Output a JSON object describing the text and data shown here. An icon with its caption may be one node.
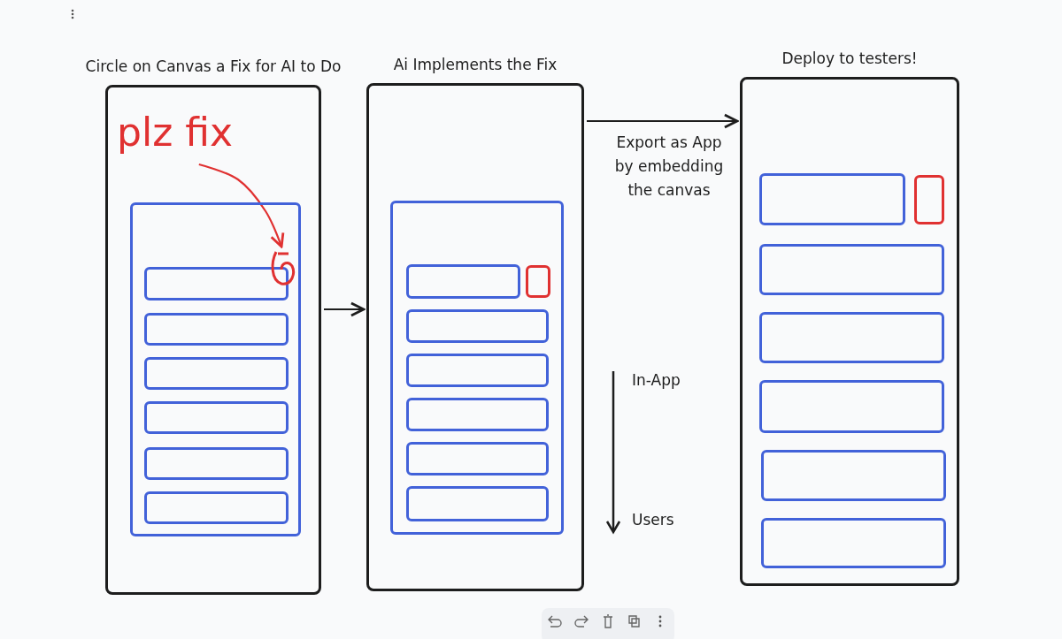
{
  "diagram": {
    "nodes": [
      {
        "text": [
          "Circle on Canvas a Fix for AI to Do"
        ]
      },
      {
        "text": [],
        "shape": "box",
        "in": 0
      },
      {
        "text": [],
        "shape": "box",
        "in": 1
      },
      {
        "text": [],
        "shape": "box",
        "in": 1
      },
      {
        "text": [],
        "shape": "box",
        "in": 1
      },
      {
        "text": [],
        "shape": "box",
        "in": 1
      },
      {
        "text": [],
        "shape": "box",
        "in": 1
      },
      {
        "text": [],
        "shape": "box",
        "in": 1
      },
      {
        "text": [
          "plz fix"
        ],
        "in": 0
      },
      {
        "text": [],
        "shape": "circle",
        "in": 1
      },
      {
        "text": [
          "Ai Implements the Fix"
        ]
      },
      {
        "text": [],
        "shape": "box",
        "in": 10
      },
      {
        "text": [],
        "shape": "box",
        "in": 11
      },
      {
        "text": [],
        "shape": "box",
        "in": 11
      },
      {
        "text": [],
        "shape": "box",
        "in": 11
      },
      {
        "text": [],
        "shape": "box",
        "in": 11
      },
      {
        "text": [],
        "shape": "box",
        "in": 11
      },
      {
        "text": [],
        "shape": "box",
        "in": 11
      },
      {
        "text": [],
        "shape": "box",
        "in": 11
      },
      {
        "text": [
          "Deploy to testers!"
        ]
      },
      {
        "text": [],
        "shape": "box",
        "in": 19
      },
      {
        "text": [],
        "shape": "box",
        "in": 19
      },
      {
        "text": [],
        "shape": "box",
        "in": 19
      },
      {
        "text": [],
        "shape": "box",
        "in": 19
      },
      {
        "text": [],
        "shape": "box",
        "in": 19
      },
      {
        "text": [],
        "shape": "box",
        "in": 19
      },
      {
        "text": [],
        "shape": "box",
        "in": 19
      }
    ],
    "edges": [
      {
        "from": 0,
        "to": 10,
        "arrow": "to"
      },
      {
        "from": 10,
        "to": 19,
        "arrow": "to",
        "label": "Export as App by embedding the canvas"
      },
      {
        "from": 8,
        "to": 9,
        "arrow": "to",
        "color": "#e03131"
      }
    ],
    "labels": [
      "In-App",
      "Users"
    ]
  }
}
